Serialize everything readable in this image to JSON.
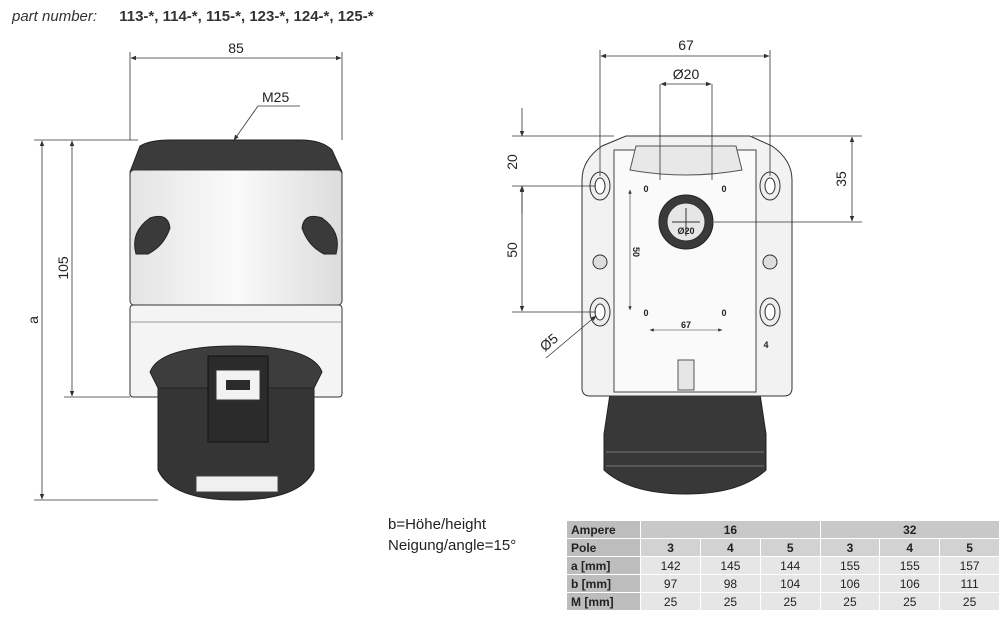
{
  "header": {
    "label": "part number:",
    "value": "113-*, 114-*, 115-*, 123-*, 124-*, 125-*"
  },
  "side_view": {
    "width_dim": "85",
    "thread_dim": "M25",
    "height_dim": "105",
    "overall_dim": "a"
  },
  "front_view": {
    "width_dim": "67",
    "hole_dim": "Ø20",
    "top_dim": "20",
    "spacing_dim": "50",
    "right_dim": "35",
    "mount_hole_dim": "Ø5",
    "inner_width_dim": "67",
    "inner_height_dim": "50",
    "hole_label": "Ø20",
    "mark_0_a": "0",
    "mark_0_b": "0",
    "mark_0_c": "0",
    "mark_0_d": "0",
    "mark_4": "4"
  },
  "notes": {
    "line1": "b=Höhe/height",
    "line2": "Neigung/angle=15°"
  },
  "table": {
    "ampere_label": "Ampere",
    "amp16": "16",
    "amp32": "32",
    "pole_label": "Pole",
    "poles": [
      "3",
      "4",
      "5",
      "3",
      "4",
      "5"
    ],
    "rows": [
      {
        "label": "a [mm]",
        "values": [
          "142",
          "145",
          "144",
          "155",
          "155",
          "157"
        ]
      },
      {
        "label": "b [mm]",
        "values": [
          "97",
          "98",
          "104",
          "106",
          "106",
          "111"
        ]
      },
      {
        "label": "M [mm]",
        "values": [
          "25",
          "25",
          "25",
          "25",
          "25",
          "25"
        ]
      }
    ]
  },
  "colors": {
    "housing": "#3a3a3a",
    "housing_light": "#f2f2f2",
    "line": "#333333",
    "table_header": "#c8c8c8",
    "table_cell": "#e6e6e6"
  }
}
